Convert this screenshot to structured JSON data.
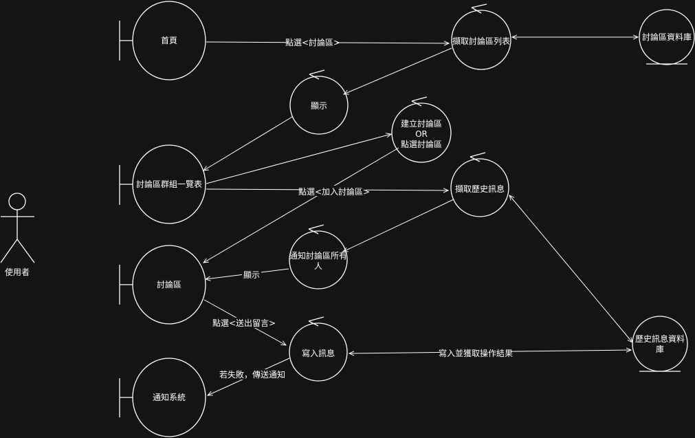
{
  "actor": {
    "label": "使用者"
  },
  "boundaries": {
    "home": "首頁",
    "group_list": "討論區群組一覽表",
    "forum": "討論區",
    "notify_system": "通知系統"
  },
  "controls": {
    "fetch_forum_list": "擷取討論區列表",
    "display": "顯示",
    "create_or_select": [
      "建立討論區",
      "OR",
      "點選討論區"
    ],
    "fetch_history": "擷取歷史訊息",
    "notify_all": [
      "通知討論區所有",
      "人"
    ],
    "write_message": "寫入訊息"
  },
  "entities": {
    "forum_db": "討論區資料庫",
    "history_db": [
      "歷史訊息資料",
      "庫"
    ]
  },
  "edges": {
    "click_forum": "點選<討論區>",
    "click_join": "點選<加入討論區>",
    "display": "顯示",
    "click_send": "點選<送出留言>",
    "write_fetch": "寫入並獲取操作結果",
    "on_fail": "若失敗，傳送通知"
  }
}
